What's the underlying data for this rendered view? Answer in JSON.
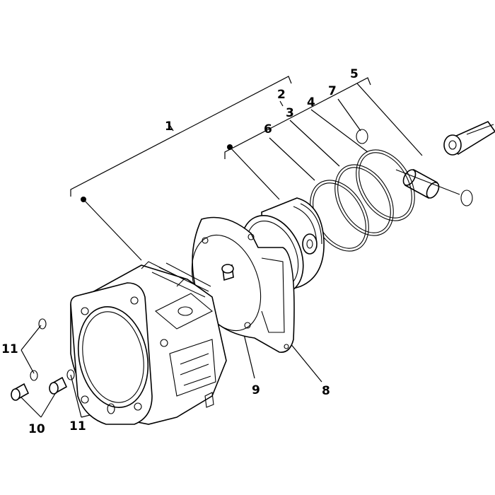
{
  "labels": {
    "cylinder_assembly": "1",
    "piston_assembly": "2",
    "top_ring": "3",
    "second_ring": "4",
    "piston_pin": "5",
    "oil_ring": "6",
    "circlip": "7",
    "base_gasket": "8",
    "dowel_pin_center": "9",
    "dowel_pins": "10",
    "washers_upper": "11",
    "washers_lower": "11"
  }
}
